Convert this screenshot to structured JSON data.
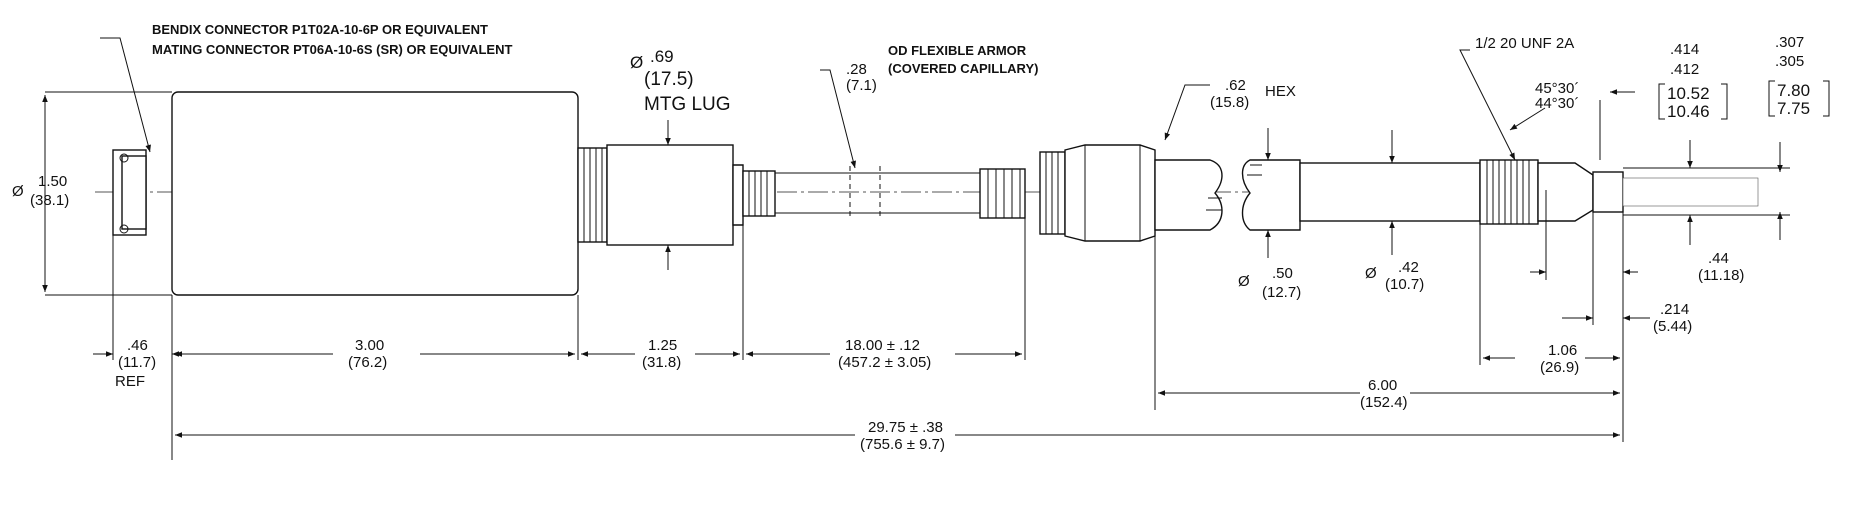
{
  "notes": {
    "connector_line1": "BENDIX CONNECTOR P1T02A-10-6P OR EQUIVALENT",
    "connector_line2": "MATING CONNECTOR PT06A-10-6S (SR) OR EQUIVALENT",
    "armor_line1": "OD FLEXIBLE ARMOR",
    "armor_line2": "(COVERED CAPILLARY)",
    "mtg_lug": "MTG LUG",
    "hex": "HEX",
    "thread": "1/2 20 UNF 2A",
    "ref": "REF"
  },
  "symbols": {
    "diameter": "Ø"
  },
  "dimensions": {
    "body_dia": {
      "in": "1.50",
      "mm": "(38.1)"
    },
    "lug_dia": {
      "in": ".69",
      "mm": "(17.5)"
    },
    "armor_dia": {
      "in": ".28",
      "mm": "(7.1)"
    },
    "hex_size": {
      "in": ".62",
      "mm": "(15.8)"
    },
    "stem_dia": {
      "in": ".50",
      "mm": "(12.7)"
    },
    "tip_body_dia": {
      "in": ".42",
      "mm": "(10.7)"
    },
    "chamfer_angle": {
      "max": "45°30´",
      "min": "44°30´"
    },
    "bore_dia": {
      "max": ".414",
      "min": ".412",
      "mm_max": "10.52",
      "mm_min": "10.46"
    },
    "tip_dia": {
      "max": ".307",
      "min": ".305",
      "mm_max": "7.80",
      "mm_min": "7.75"
    },
    "connector_len": {
      "in": ".46",
      "mm": "(11.7)"
    },
    "housing_len": {
      "in": "3.00",
      "mm": "(76.2)"
    },
    "lug_len": {
      "in": "1.25",
      "mm": "(31.8)"
    },
    "armor_len": {
      "in": "18.00 ± .12",
      "mm": "(457.2 ± 3.05)"
    },
    "shoulder_len": {
      "in": ".44",
      "mm": "(11.18)"
    },
    "tip_len": {
      "in": ".214",
      "mm": "(5.44)"
    },
    "thread_len": {
      "in": "1.06",
      "mm": "(26.9)"
    },
    "snout_len": {
      "in": "6.00",
      "mm": "(152.4)"
    },
    "overall_len": {
      "in": "29.75 ± .38",
      "mm": "(755.6 ± 9.7)"
    }
  }
}
